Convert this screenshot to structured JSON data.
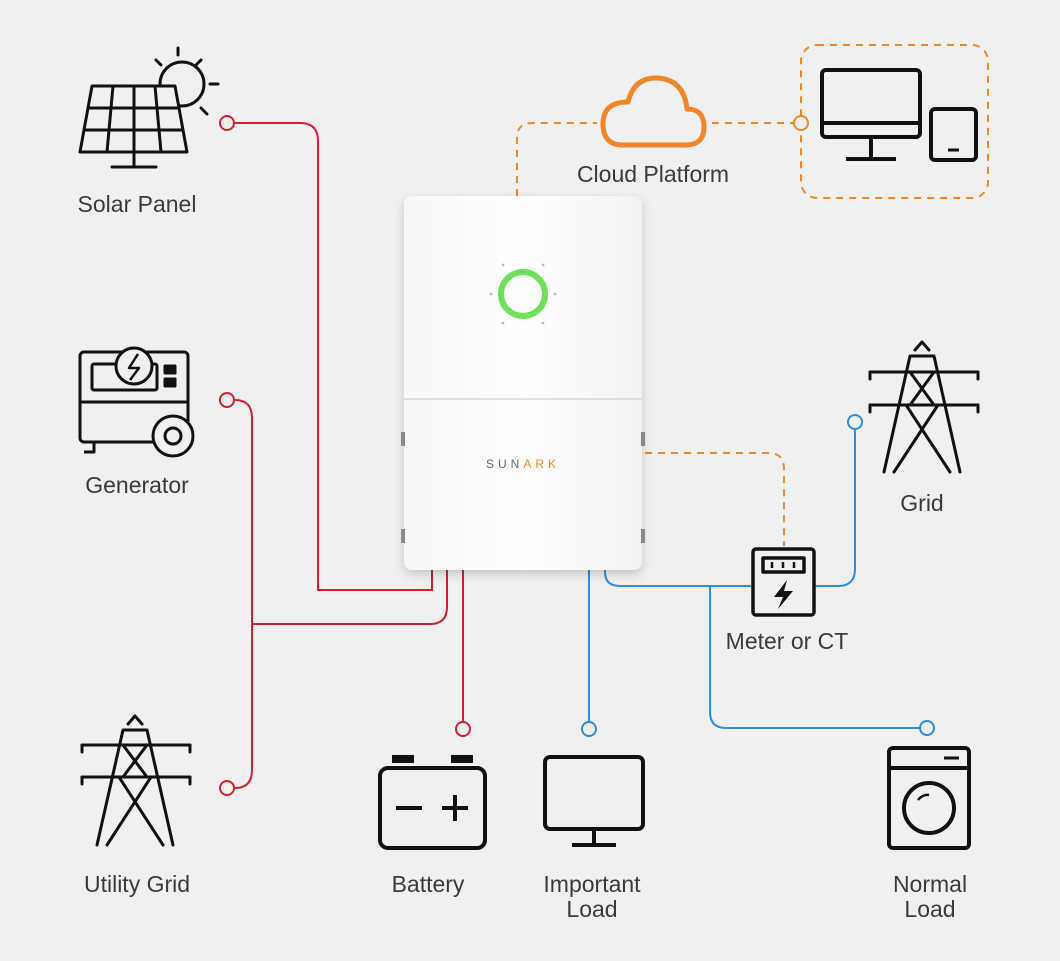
{
  "labels": {
    "solar_panel": "Solar Panel",
    "generator": "Generator",
    "utility_grid": "Utility Grid",
    "battery": "Battery",
    "important_load_1": "Important",
    "important_load_2": "Load",
    "normal_load_1": "Normal",
    "normal_load_2": "Load",
    "meter": "Meter or CT",
    "grid": "Grid",
    "cloud": "Cloud Platform"
  },
  "inverter": {
    "brand_a": "SUN",
    "brand_b": "ARK"
  },
  "colors": {
    "red_line": "#d0202c",
    "blue_line": "#2a8ee0",
    "orange_line": "#f0862a",
    "icon": "#111111",
    "led_ring": "#6ee05a",
    "brand_accent": "#f0862a",
    "brand_text": "#666666"
  }
}
